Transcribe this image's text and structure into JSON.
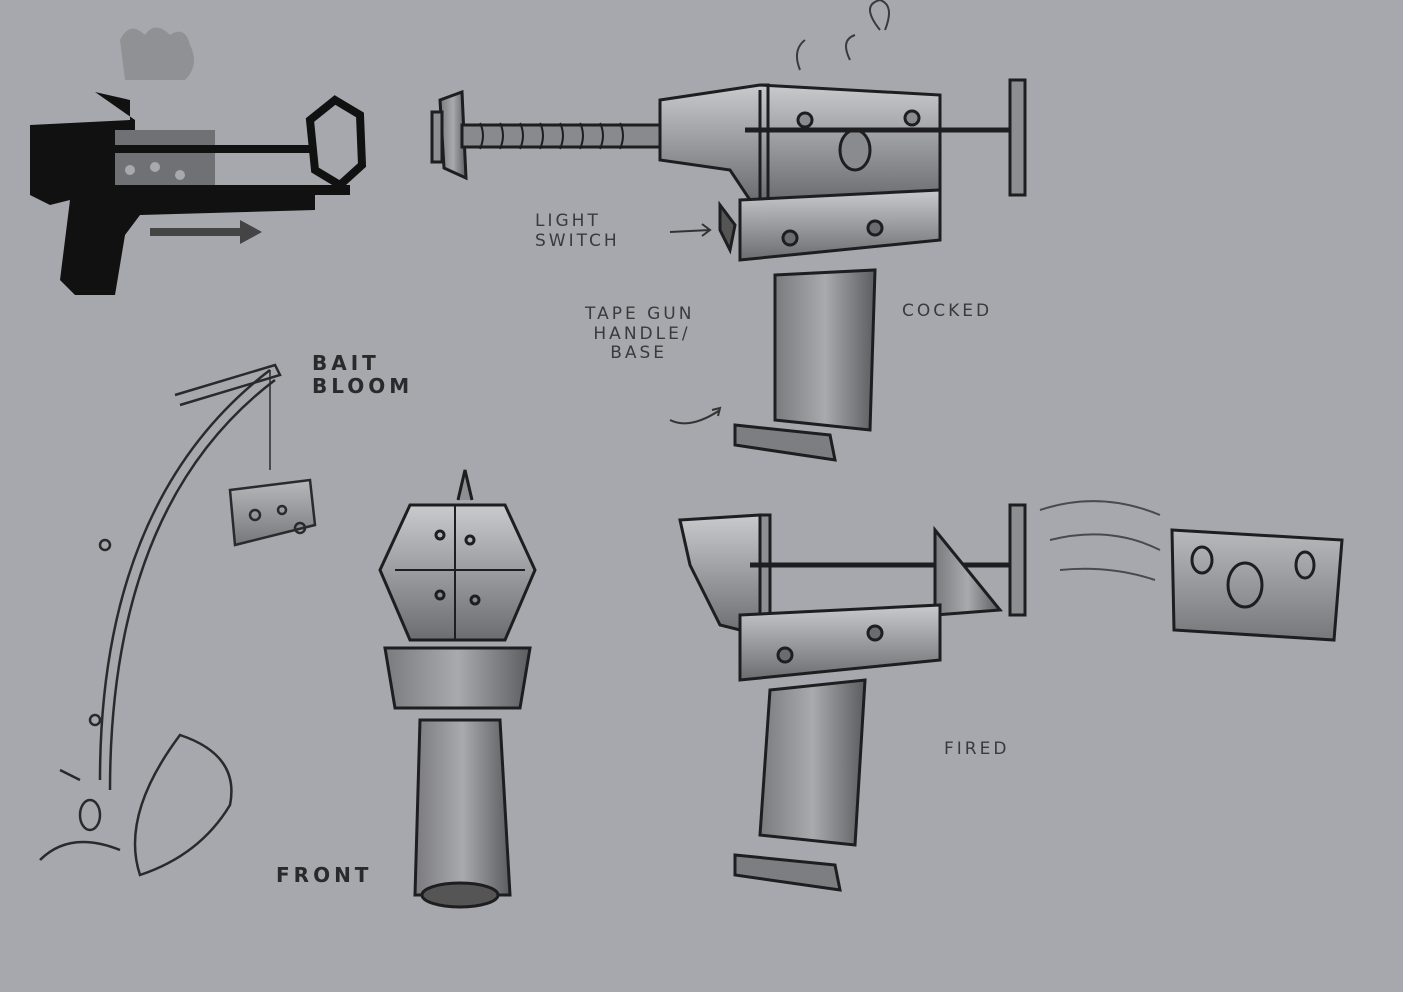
{
  "sheet": {
    "background_color": "#a6a8ad",
    "ink_color": "#2a2a2c",
    "labels": {
      "light_switch": "LIGHT\nSWITCH",
      "tape_gun": "TAPE GUN\n HANDLE/\n   BASE",
      "cocked": "COCKED",
      "bait_bloom": "BAIT\nBLOOM",
      "front": "FRONT",
      "fired": "FIRED"
    }
  },
  "sketches": [
    {
      "name": "silhouette-gun",
      "description": "dark silhouette thumbnail with hexagon muzzle and motion arrow"
    },
    {
      "name": "cocked-gun",
      "description": "tape gun, cocked state, spring extended with plunger"
    },
    {
      "name": "bait-bloom",
      "description": "curved plant stalk with hanging cheese bait"
    },
    {
      "name": "front-view",
      "description": "front view of gun with hexagonal head"
    },
    {
      "name": "fired-gun",
      "description": "tape gun, fired state"
    },
    {
      "name": "cheese-projectile",
      "description": "cheese block flying with motion streaks"
    }
  ]
}
